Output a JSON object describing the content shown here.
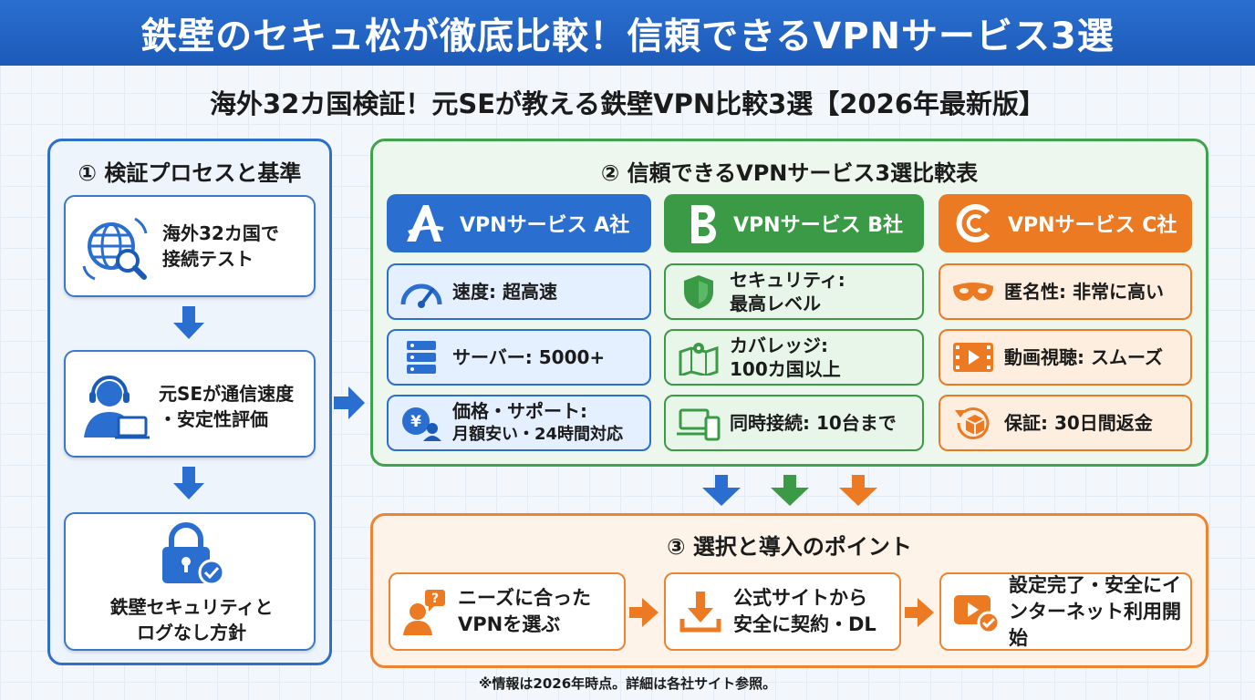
{
  "header": {
    "title": "鉄壁のセキュ松が徹底比較！信頼できるVPNサービス3選",
    "subtitle": "海外32カ国検証！元SEが教える鉄壁VPN比較3選【2026年最新版】"
  },
  "process": {
    "title": "① 検証プロセスと基準",
    "steps": [
      {
        "line1": "海外32カ国で",
        "line2": "接続テスト",
        "icon": "globe-search-icon"
      },
      {
        "line1": "元SEが通信速度",
        "line2": "・安定性評価",
        "icon": "engineer-headset-icon"
      },
      {
        "line1": "鉄壁セキュリティと",
        "line2": "ログなし方針",
        "icon": "padlock-check-icon"
      }
    ]
  },
  "comparison": {
    "title": "② 信頼できるVPNサービス3選比較表",
    "services": [
      {
        "name": "VPNサービス A社",
        "logo": "A-logo-icon",
        "color": "#2a6fd0",
        "features": [
          {
            "line1": "速度: 超高速",
            "line2": "",
            "icon": "speedometer-icon"
          },
          {
            "line1": "サーバー: 5000+",
            "line2": "",
            "icon": "server-rack-icon"
          },
          {
            "line1": "価格・サポート:",
            "line2": "月額安い・24時間対応",
            "icon": "yen-support-icon"
          }
        ]
      },
      {
        "name": "VPNサービス B社",
        "logo": "B-logo-icon",
        "color": "#3a9a45",
        "features": [
          {
            "line1": "セキュリティ:",
            "line2": "最高レベル",
            "icon": "shield-icon"
          },
          {
            "line1": "カバレッジ:",
            "line2": "100カ国以上",
            "icon": "map-pin-icon"
          },
          {
            "line1": "同時接続: 10台まで",
            "line2": "",
            "icon": "devices-icon"
          }
        ]
      },
      {
        "name": "VPNサービス C社",
        "logo": "C-logo-icon",
        "color": "#ec7a22",
        "features": [
          {
            "line1": "匿名性: 非常に高い",
            "line2": "",
            "icon": "mask-icon"
          },
          {
            "line1": "動画視聴: スムーズ",
            "line2": "",
            "icon": "video-film-icon"
          },
          {
            "line1": "保証: 30日間返金",
            "line2": "",
            "icon": "refund-box-icon"
          }
        ]
      }
    ]
  },
  "points": {
    "title": "③ 選択と導入のポイント",
    "steps": [
      {
        "line1": "ニーズに合った",
        "line2": "VPNを選ぶ",
        "icon": "person-question-icon"
      },
      {
        "line1": "公式サイトから",
        "line2": "安全に契約・DL",
        "icon": "download-icon"
      },
      {
        "line1": "設定完了・安全にイ",
        "line2": "ンターネット利用開始",
        "icon": "play-check-icon"
      }
    ]
  },
  "footnote": "※情報は2026年時点。詳細は各社サイト参照。",
  "colors": {
    "blue": "#2a6fd0",
    "green": "#3a9a45",
    "orange": "#ec7a22"
  }
}
